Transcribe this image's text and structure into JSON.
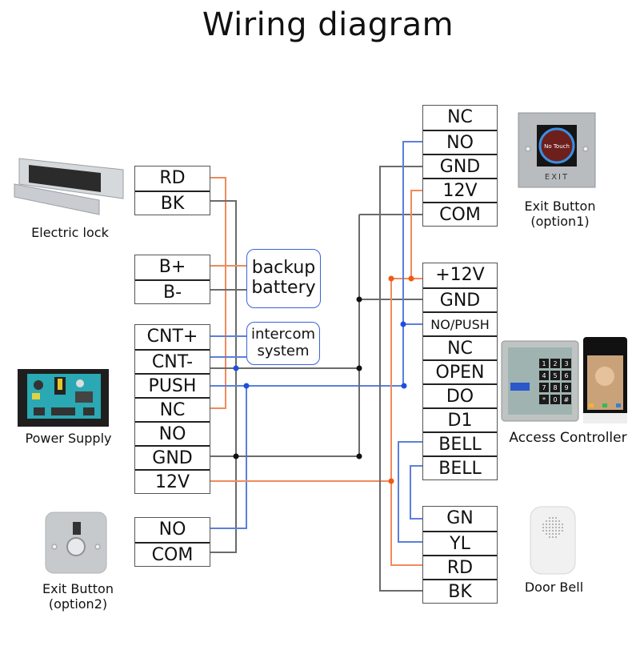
{
  "title": "Wiring diagram",
  "colors": {
    "red_wire": "#f08a5d",
    "black_wire": "#6b6b6b",
    "blue_wire": "#5b7fdc",
    "red_dot": "#f05a14",
    "blue_dot": "#1f4fe0",
    "black_dot": "#111111",
    "label_border": "#3b63d6"
  },
  "devices": {
    "electric_lock": {
      "label": "Electric lock",
      "terminals": [
        "RD",
        "BK"
      ]
    },
    "backup_battery": {
      "label_line1": "backup",
      "label_line2": "battery",
      "terminals": [
        "B+",
        "B-"
      ]
    },
    "intercom": {
      "label_line1": "intercom",
      "label_line2": "system"
    },
    "power_supply": {
      "label": "Power Supply",
      "terminals": [
        "CNT+",
        "CNT-",
        "PUSH",
        "NC",
        "NO",
        "GND",
        "12V"
      ]
    },
    "exit_button_2": {
      "label_line1": "Exit Button",
      "label_line2": "(option2)",
      "terminals": [
        "NO",
        "COM"
      ]
    },
    "exit_button_1": {
      "label_line1": "Exit Button",
      "label_line2": "(option1)",
      "terminals": [
        "NC",
        "NO",
        "GND",
        "12V",
        "COM"
      ],
      "face_text": "No Touch",
      "plate_text": "EXIT"
    },
    "access_controller": {
      "label": "Access Controller",
      "terminals": [
        "+12V",
        "GND",
        "NO/PUSH",
        "NC",
        "OPEN",
        "DO",
        "D1",
        "BELL",
        "BELL"
      ],
      "keypad": [
        "1",
        "2",
        "3",
        "4",
        "5",
        "6",
        "7",
        "8",
        "9",
        "*",
        "0",
        "#"
      ]
    },
    "door_bell": {
      "label": "Door Bell",
      "terminals": [
        "GN",
        "YL",
        "RD",
        "BK"
      ]
    }
  }
}
